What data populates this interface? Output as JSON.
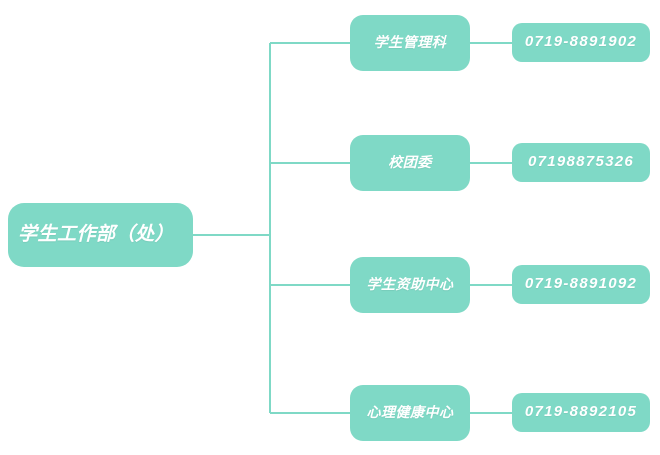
{
  "diagram": {
    "type": "org-chart",
    "orientation": "left-to-right",
    "colors": {
      "node_fill": "#7fd9c6",
      "node_text": "#ffffff",
      "connector": "#7fd9c6",
      "background": "#ffffff"
    },
    "root": {
      "label": "学生工作部（处）"
    },
    "branches": [
      {
        "department": "学生管理科",
        "phone": "0719-8891902"
      },
      {
        "department": "校团委",
        "phone": "07198875326"
      },
      {
        "department": "学生资助中心",
        "phone": "0719-8891092"
      },
      {
        "department": "心理健康中心",
        "phone": "0719-8892105"
      }
    ]
  }
}
